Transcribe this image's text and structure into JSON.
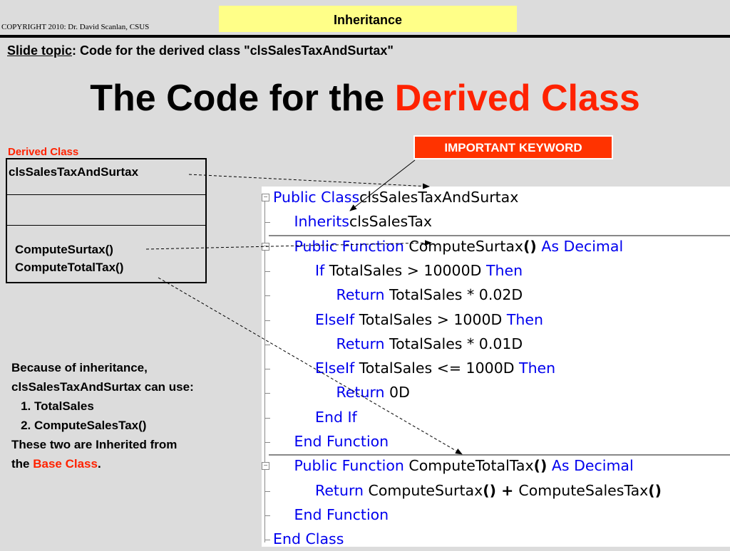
{
  "copyright": "COPYRIGHT 2010: Dr. David Scanlan, CSUS",
  "header": "Inheritance",
  "topic": {
    "label": "Slide topic",
    "text": ": Code for the derived class \"clsSalesTaxAndSurtax\""
  },
  "title": {
    "part1": "The Code for the ",
    "part2": "Derived Class"
  },
  "keyword_callout": "IMPORTANT KEYWORD",
  "uml": {
    "label": "Derived Class",
    "class_name": "clsSalesTaxAndSurtax",
    "methods": [
      "ComputeSurtax()",
      "ComputeTotalTax()"
    ]
  },
  "explanation": {
    "intro1": "Because of inheritance,",
    "intro2": "clsSalesTaxAndSurtax can use:",
    "items": [
      "TotalSales",
      "ComputeSalesTax()"
    ],
    "outro1": "These two are Inherited from",
    "outro2_a": "the ",
    "outro2_b": "Base Class",
    "outro2_c": "."
  },
  "code": [
    {
      "indent": 0,
      "parts": [
        [
          "kw",
          "Public Class"
        ],
        [
          "",
          "clsSalesTaxAndSurtax"
        ]
      ]
    },
    {
      "indent": 1,
      "parts": [
        [
          "kw",
          "Inherits"
        ],
        [
          "",
          "clsSalesTax"
        ]
      ]
    },
    {
      "indent": 1,
      "parts": [
        [
          "kw",
          "Public Function"
        ],
        [
          "",
          " ComputeSurtax"
        ],
        [
          "bold",
          "()"
        ],
        [
          "kw",
          " As Decimal"
        ]
      ]
    },
    {
      "indent": 2,
      "parts": [
        [
          "kw",
          "If"
        ],
        [
          "",
          " TotalSales > 10000D "
        ],
        [
          "kw",
          "Then"
        ]
      ]
    },
    {
      "indent": 3,
      "parts": [
        [
          "kw",
          "Return"
        ],
        [
          "",
          " TotalSales * 0.02D"
        ]
      ]
    },
    {
      "indent": 2,
      "parts": [
        [
          "kw",
          "ElseIf"
        ],
        [
          "",
          " TotalSales > 1000D "
        ],
        [
          "kw",
          "Then"
        ]
      ]
    },
    {
      "indent": 3,
      "parts": [
        [
          "kw",
          "Return"
        ],
        [
          "",
          " TotalSales * 0.01D"
        ]
      ]
    },
    {
      "indent": 2,
      "parts": [
        [
          "kw",
          "ElseIf"
        ],
        [
          "",
          " TotalSales <= 1000D "
        ],
        [
          "kw",
          "Then"
        ]
      ]
    },
    {
      "indent": 3,
      "parts": [
        [
          "kw",
          "Return"
        ],
        [
          "",
          " 0D"
        ]
      ]
    },
    {
      "indent": 2,
      "parts": [
        [
          "kw",
          "End If"
        ]
      ]
    },
    {
      "indent": 1,
      "parts": [
        [
          "kw",
          "End Function"
        ]
      ]
    },
    {
      "indent": 1,
      "parts": [
        [
          "kw",
          "Public Function"
        ],
        [
          "",
          " ComputeTotalTax"
        ],
        [
          "bold",
          "()"
        ],
        [
          "kw",
          " As Decimal"
        ]
      ]
    },
    {
      "indent": 2,
      "parts": [
        [
          "kw",
          "Return"
        ],
        [
          "",
          " ComputeSurtax"
        ],
        [
          "bold",
          "()"
        ],
        [
          "bold",
          " + "
        ],
        [
          "",
          "ComputeSalesTax"
        ],
        [
          "bold",
          "()"
        ]
      ]
    },
    {
      "indent": 1,
      "parts": [
        [
          "kw",
          "End Function"
        ]
      ]
    },
    {
      "indent": 0,
      "parts": [
        [
          "kw",
          "End Class"
        ]
      ]
    }
  ]
}
